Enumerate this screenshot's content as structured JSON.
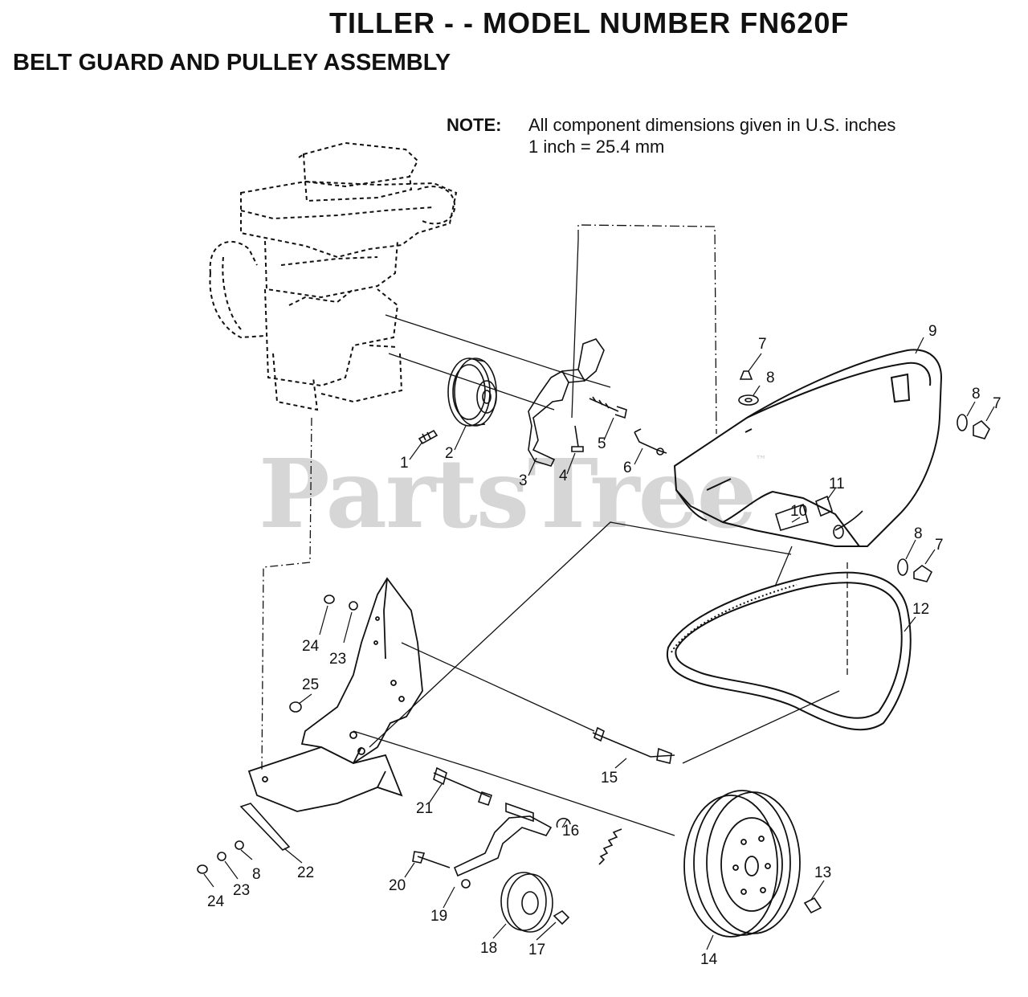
{
  "header": {
    "title": "TILLER - - MODEL NUMBER FN620F",
    "subtitle": "BELT GUARD AND PULLEY ASSEMBLY"
  },
  "note": {
    "label": "NOTE:",
    "line1": "All component dimensions given in U.S. inches",
    "line2": "1 inch = 25.4 mm"
  },
  "watermark": {
    "text": "PartsTree",
    "mark": "™"
  },
  "callouts": [
    {
      "id": "c1",
      "text": "1"
    },
    {
      "id": "c2",
      "text": "2"
    },
    {
      "id": "c3",
      "text": "3"
    },
    {
      "id": "c4",
      "text": "4"
    },
    {
      "id": "c5",
      "text": "5"
    },
    {
      "id": "c6",
      "text": "6"
    },
    {
      "id": "c7a",
      "text": "7"
    },
    {
      "id": "c8a",
      "text": "8"
    },
    {
      "id": "c9",
      "text": "9"
    },
    {
      "id": "c8b",
      "text": "8"
    },
    {
      "id": "c7b",
      "text": "7"
    },
    {
      "id": "c11",
      "text": "11"
    },
    {
      "id": "c10",
      "text": "10"
    },
    {
      "id": "c8c",
      "text": "8"
    },
    {
      "id": "c7c",
      "text": "7"
    },
    {
      "id": "c12",
      "text": "12"
    },
    {
      "id": "c24a",
      "text": "24"
    },
    {
      "id": "c23a",
      "text": "23"
    },
    {
      "id": "c25",
      "text": "25"
    },
    {
      "id": "c15",
      "text": "15"
    },
    {
      "id": "c21",
      "text": "21"
    },
    {
      "id": "c16",
      "text": "16"
    },
    {
      "id": "c13",
      "text": "13"
    },
    {
      "id": "c22",
      "text": "22"
    },
    {
      "id": "c8d",
      "text": "8"
    },
    {
      "id": "c23b",
      "text": "23"
    },
    {
      "id": "c24b",
      "text": "24"
    },
    {
      "id": "c20",
      "text": "20"
    },
    {
      "id": "c19",
      "text": "19"
    },
    {
      "id": "c18",
      "text": "18"
    },
    {
      "id": "c17",
      "text": "17"
    },
    {
      "id": "c14",
      "text": "14"
    }
  ]
}
